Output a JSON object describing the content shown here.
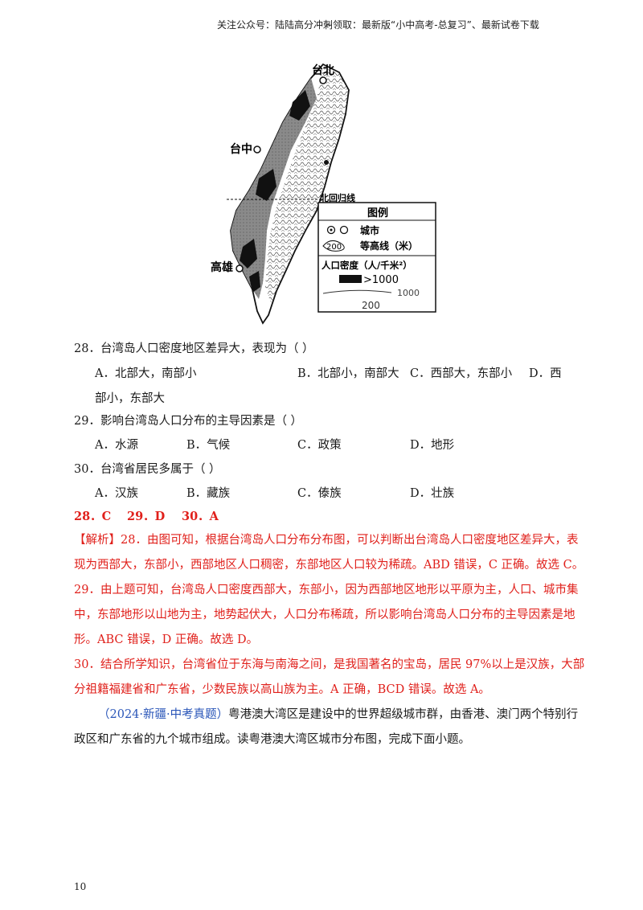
{
  "header": {
    "left": "关注公众号：陆陆高分冲刺",
    "right": "~领取：最新版“小中高考-总复习”、最新试卷下载"
  },
  "map": {
    "city_north": "台北",
    "city_middle": "台中",
    "city_south": "高雄",
    "tropic": "北回归线",
    "legend_title": "图例",
    "legend_city": "城市",
    "legend_contour_value": "200",
    "legend_contour": "等高线（米）",
    "legend_density": "人口密度（人/千米²）",
    "legend_d1": ">1000",
    "legend_d2": "1000",
    "legend_d3": "200"
  },
  "questions": {
    "q28": {
      "stem": "28．台湾岛人口密度地区差异大，表现为（    ）",
      "a": "A．北部大，南部小",
      "b": "B．北部小，南部大",
      "c": "C．西部大，东部小",
      "d_part1": "D．西",
      "d_part2": "部小，东部大"
    },
    "q29": {
      "stem": "29．影响台湾岛人口分布的主导因素是（    ）",
      "a": "A．水源",
      "b": "B．气候",
      "c": "C．政策",
      "d": "D．地形"
    },
    "q30": {
      "stem": "30．台湾省居民多属于（    ）",
      "a": "A．汉族",
      "b": "B．藏族",
      "c": "C．傣族",
      "d": "D．壮族"
    }
  },
  "answers": {
    "a28": "28．C",
    "a29": "29．D",
    "a30": "30．A"
  },
  "analysis": {
    "l1": "【解析】28．由图可知，根据台湾岛人口分布分布图，可以判断出台湾岛人口密度地区差异大，表",
    "l2": "现为西部大，东部小，西部地区人口稠密，东部地区人口较为稀疏。ABD 错误，C 正确。故选 C。",
    "l3": "29．由上题可知，台湾岛人口密度西部大，东部小，因为西部地区地形以平原为主，人口、城市集",
    "l4": "中，东部地形以山地为主，地势起伏大，人口分布稀疏，所以影响台湾岛人口分布的主导因素是地",
    "l5": "形。ABC 错误，D 正确。故选 D。",
    "l6": "30．结合所学知识，台湾省位于东海与南海之间，是我国著名的宝岛，居民 97%以上是汉族，大部",
    "l7": "分祖籍福建省和广东省，少数民族以高山族为主。A 正确，BCD 错误。故选 A。"
  },
  "next": {
    "source": "（2024·新疆·中考真题）",
    "l1": "粤港澳大湾区是建设中的世界超级城市群，由香港、澳门两个特别行",
    "l2": "政区和广东省的九个城市组成。读粤港澳大湾区城市分布图，完成下面小题。"
  },
  "footer": {
    "page": "10"
  }
}
